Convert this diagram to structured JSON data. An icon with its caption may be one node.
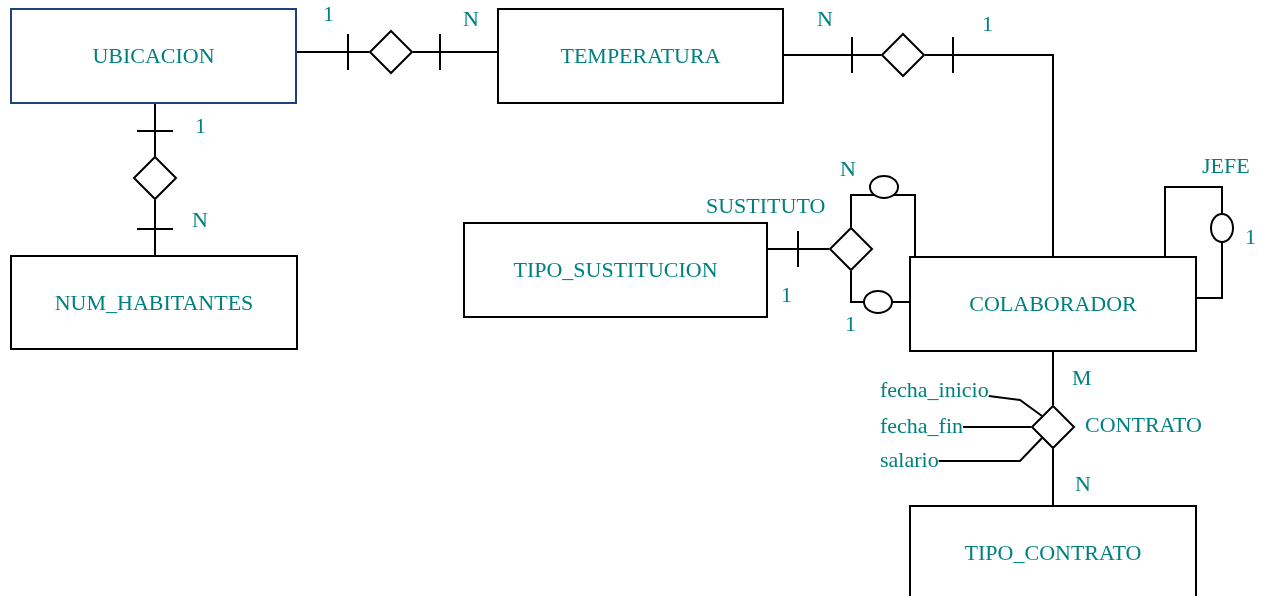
{
  "diagram": {
    "nodes": [
      {
        "text": [
          "UBICACION"
        ]
      },
      {
        "text": [
          "TEMPERATURA"
        ]
      },
      {
        "text": [
          "NUM_HABITANTES"
        ]
      },
      {
        "text": [
          "TIPO_SUSTITUCION"
        ]
      },
      {
        "text": [
          "COLABORADOR"
        ]
      },
      {
        "text": [
          "TIPO_CONTRATO"
        ]
      },
      {
        "text": [],
        "shape": "diamond"
      },
      {
        "text": [],
        "shape": "diamond"
      },
      {
        "text": [],
        "shape": "diamond"
      },
      {
        "text": [],
        "shape": "diamond",
        "beside": [
          "SUSTITUTO"
        ]
      },
      {
        "text": [],
        "shape": "diamond",
        "beside": [
          "CONTRATO"
        ]
      },
      {
        "text": [
          "fecha_inicio"
        ]
      },
      {
        "text": [
          "fecha_fin"
        ]
      },
      {
        "text": [
          "salario"
        ]
      }
    ],
    "edges": [
      {
        "from": 0,
        "to": 6,
        "arrow": "other"
      },
      {
        "from": 6,
        "to": 1,
        "arrow": "other"
      },
      {
        "from": 1,
        "to": 7,
        "arrow": "other"
      },
      {
        "from": 7,
        "to": 4,
        "arrow": "other"
      },
      {
        "from": 0,
        "to": 8,
        "arrow": "other"
      },
      {
        "from": 8,
        "to": 2,
        "arrow": "other"
      },
      {
        "from": 3,
        "to": 9,
        "arrow": "other"
      },
      {
        "from": 9,
        "to": 4,
        "arrow": "other"
      },
      {
        "from": 9,
        "to": 4,
        "arrow": "other"
      },
      {
        "from": 4,
        "to": 4,
        "arrow": "other",
        "label": "JEFE"
      },
      {
        "from": 4,
        "to": 10,
        "arrow": "none"
      },
      {
        "from": 10,
        "to": 5,
        "arrow": "none"
      },
      {
        "from": 11,
        "to": 10,
        "arrow": "none"
      },
      {
        "from": 12,
        "to": 10,
        "arrow": "none"
      },
      {
        "from": 13,
        "to": 10,
        "arrow": "none"
      }
    ],
    "labels": [
      "1",
      "N",
      "N",
      "1",
      "1",
      "N",
      "N",
      "1",
      "1",
      "1",
      "M",
      "N"
    ]
  }
}
